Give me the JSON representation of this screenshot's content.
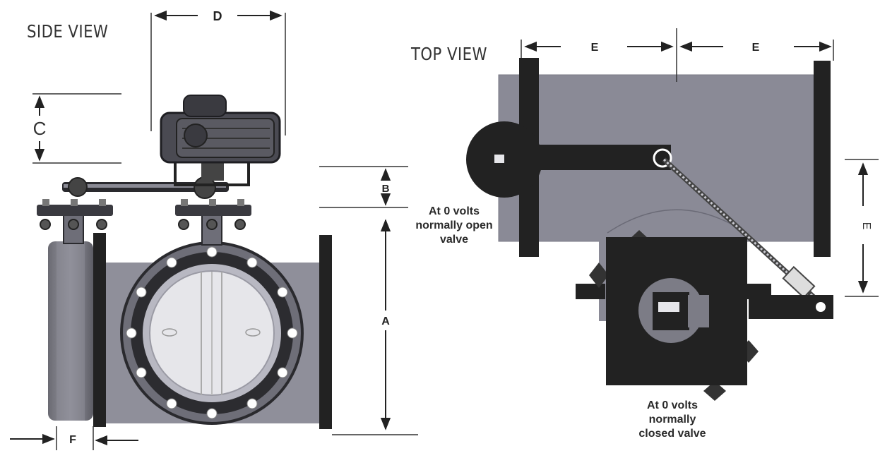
{
  "views": {
    "side_title": "SIDE VIEW",
    "top_title": "TOP VIEW"
  },
  "notes": {
    "open": [
      "At 0 volts",
      "normally open",
      "valve"
    ],
    "closed": [
      "At 0 volts",
      "normally",
      "closed valve"
    ]
  },
  "dimensions": {
    "A": "A",
    "B": "B",
    "C": "C",
    "D": "D",
    "E": "E",
    "F": "F"
  },
  "colors": {
    "body": "#8e8e9a",
    "dark": "#1f1f22",
    "mid": "#4a4a52",
    "light": "#c8c8cf",
    "line": "#222222"
  }
}
